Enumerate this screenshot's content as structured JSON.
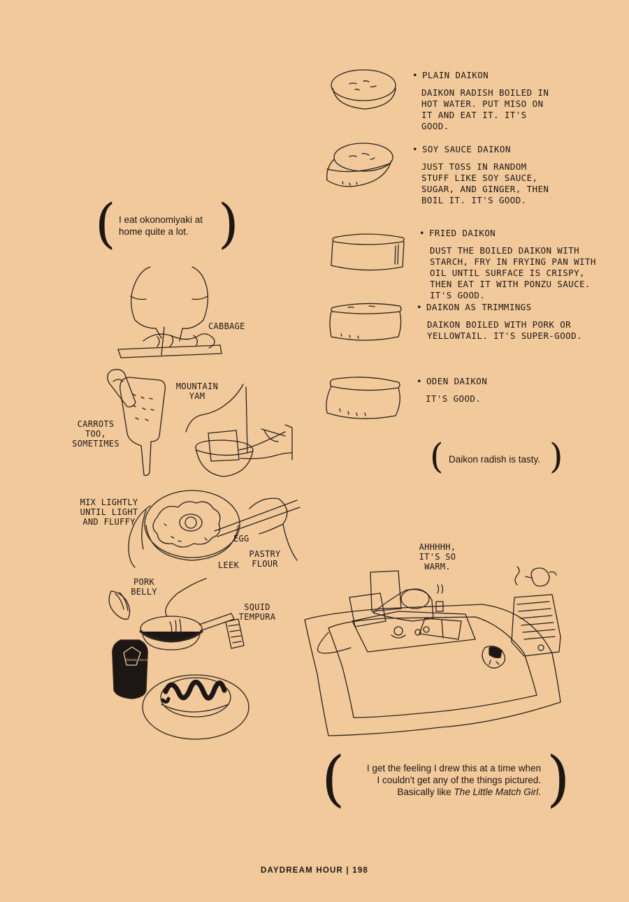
{
  "daikon_list": [
    {
      "title": "Plain daikon",
      "text": "Daikon radish boiled in hot water. Put miso on it and eat it. It's good."
    },
    {
      "title": "Soy sauce daikon",
      "text": "Just toss in random stuff like soy sauce, sugar, and ginger, then boil it. It's good."
    },
    {
      "title": "Fried daikon",
      "text": "Dust the boiled daikon with starch, fry in frying pan with oil until surface is crispy, then eat it with ponzu sauce. It's good."
    },
    {
      "title": "Daikon as trimmings",
      "text": "Daikon boiled with pork or yellowtail. It's super-good."
    },
    {
      "title": "Oden daikon",
      "text": "It's good."
    }
  ],
  "bubbles": {
    "okonomiyaki": "I eat okonomiyaki at home quite a lot.",
    "daikon_tasty": "Daikon radish is tasty.",
    "match_girl_line1": "I get the feeling I drew this at a time when",
    "match_girl_line2": "I couldn't get any of the things pictured.",
    "match_girl_line3_prefix": "Basically like ",
    "match_girl_title": "The Little Match Girl",
    "match_girl_suffix": "."
  },
  "labels": {
    "cabbage": "Cabbage",
    "mountain_yam": "Mountain yam",
    "carrots": "Carrots too, sometimes",
    "mix": "Mix lightly until light and fluffy",
    "egg": "Egg",
    "pastry_flour": "Pastry flour",
    "leek": "Leek",
    "pork_belly": "Pork belly",
    "squid_tempura": "Squid tempura",
    "sauce_bottle": "Otafuku Sauce",
    "warm": "Ahhhhh, it's so warm."
  },
  "footer": {
    "section": "DAYDREAM HOUR",
    "separator": "|",
    "page": "198"
  }
}
